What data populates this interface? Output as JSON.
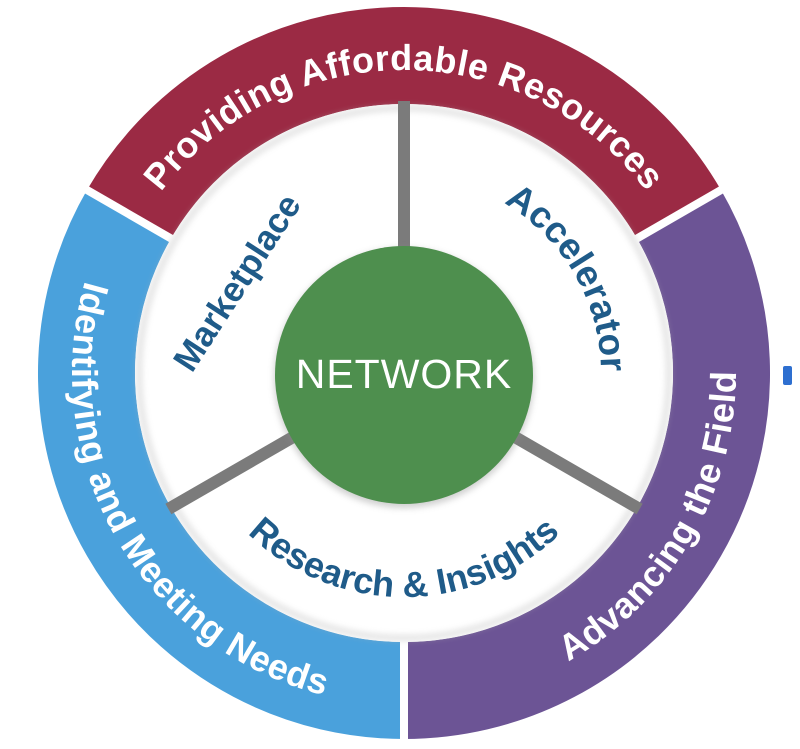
{
  "hub": {
    "label": "NETWORK",
    "color": "#4e8f4e",
    "text_color": "#ffffff"
  },
  "inner_ring": {
    "label_color": "#1f5b89",
    "divider_color": "#7b7b7b",
    "sections": [
      {
        "id": "marketplace",
        "label": "Marketplace",
        "position": "upper-left"
      },
      {
        "id": "accelerator",
        "label": "Accelerator",
        "position": "upper-right"
      },
      {
        "id": "research-insights",
        "label": "Research & Insights",
        "position": "bottom"
      }
    ]
  },
  "outer_ring": {
    "label_color": "#ffffff",
    "sections": [
      {
        "id": "providing-affordable-resources",
        "label": "Providing Affordable Resources",
        "color": "#9b2a44",
        "position": "top"
      },
      {
        "id": "identifying-and-meeting-needs",
        "label": "Identifying and Meeting Needs",
        "color": "#4aa1dc",
        "position": "left"
      },
      {
        "id": "advancing-the-field",
        "label": "Advancing the Field",
        "color": "#6c5495",
        "position": "right"
      }
    ]
  },
  "artifacts": {
    "stray_mark_color": "#2e6fd0"
  },
  "background": "#ffffff"
}
